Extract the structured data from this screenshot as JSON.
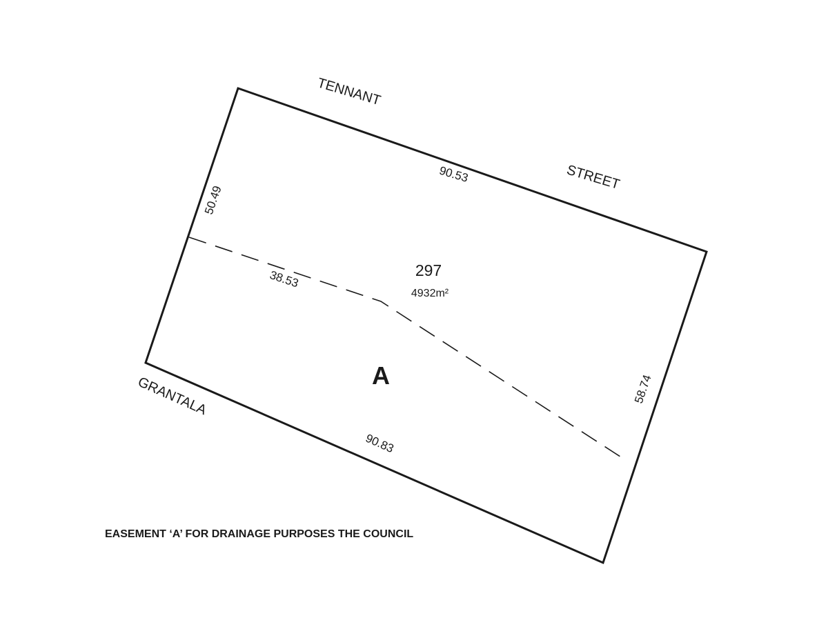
{
  "streets": {
    "north_left": "TENNANT",
    "north_right": "STREET",
    "southwest": "GRANTALA"
  },
  "lot": {
    "number": "297",
    "area": "4932m²"
  },
  "dimensions": {
    "north": "90.53",
    "west": "50.49",
    "east": "58.74",
    "south": "90.83",
    "easement_segment": "38.53"
  },
  "easement": {
    "letter": "A",
    "note": "EASEMENT ‘A’ FOR DRAINAGE PURPOSES THE COUNCIL"
  },
  "colors": {
    "line": "#1a1a1a",
    "background": "#ffffff"
  }
}
